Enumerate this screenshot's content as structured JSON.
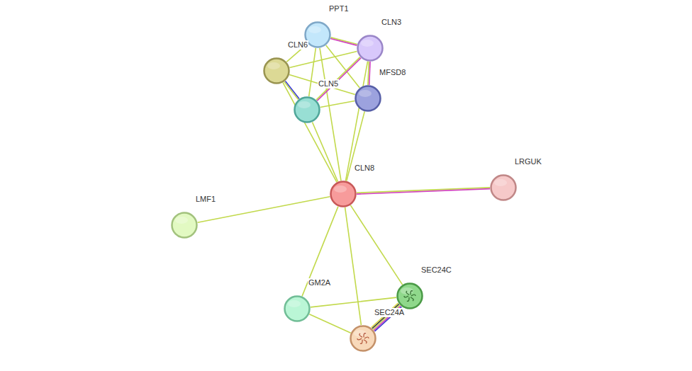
{
  "diagram": {
    "nodes": [
      {
        "text": [
          "PPT1"
        ]
      },
      {
        "text": [
          "CLN3"
        ]
      },
      {
        "text": [
          "CLN6"
        ]
      },
      {
        "text": [
          "CLN5"
        ]
      },
      {
        "text": [
          "MFSD8"
        ]
      },
      {
        "text": [
          "CLN8"
        ]
      },
      {
        "text": [
          "LRGUK"
        ]
      },
      {
        "text": [
          "LMF1"
        ]
      },
      {
        "text": [
          "GM2A"
        ]
      },
      {
        "text": [
          "SEC24C"
        ]
      },
      {
        "text": [
          "SEC24A"
        ]
      }
    ],
    "edges": [
      {
        "from": 0,
        "to": 1,
        "arrow": "none"
      },
      {
        "from": 0,
        "to": 2,
        "arrow": "none"
      },
      {
        "from": 0,
        "to": 3,
        "arrow": "none"
      },
      {
        "from": 0,
        "to": 4,
        "arrow": "none"
      },
      {
        "from": 0,
        "to": 5,
        "arrow": "none"
      },
      {
        "from": 1,
        "to": 2,
        "arrow": "none"
      },
      {
        "from": 1,
        "to": 3,
        "arrow": "none"
      },
      {
        "from": 1,
        "to": 4,
        "arrow": "none"
      },
      {
        "from": 1,
        "to": 5,
        "arrow": "none"
      },
      {
        "from": 2,
        "to": 3,
        "arrow": "none"
      },
      {
        "from": 2,
        "to": 4,
        "arrow": "none"
      },
      {
        "from": 2,
        "to": 5,
        "arrow": "none"
      },
      {
        "from": 3,
        "to": 4,
        "arrow": "none"
      },
      {
        "from": 3,
        "to": 5,
        "arrow": "none"
      },
      {
        "from": 4,
        "to": 5,
        "arrow": "none"
      },
      {
        "from": 5,
        "to": 6,
        "arrow": "none"
      },
      {
        "from": 5,
        "to": 7,
        "arrow": "none"
      },
      {
        "from": 5,
        "to": 8,
        "arrow": "none"
      },
      {
        "from": 5,
        "to": 9,
        "arrow": "none"
      },
      {
        "from": 5,
        "to": 10,
        "arrow": "none"
      },
      {
        "from": 8,
        "to": 9,
        "arrow": "none"
      },
      {
        "from": 8,
        "to": 10,
        "arrow": "none"
      },
      {
        "from": 9,
        "to": 10,
        "arrow": "none"
      }
    ]
  }
}
